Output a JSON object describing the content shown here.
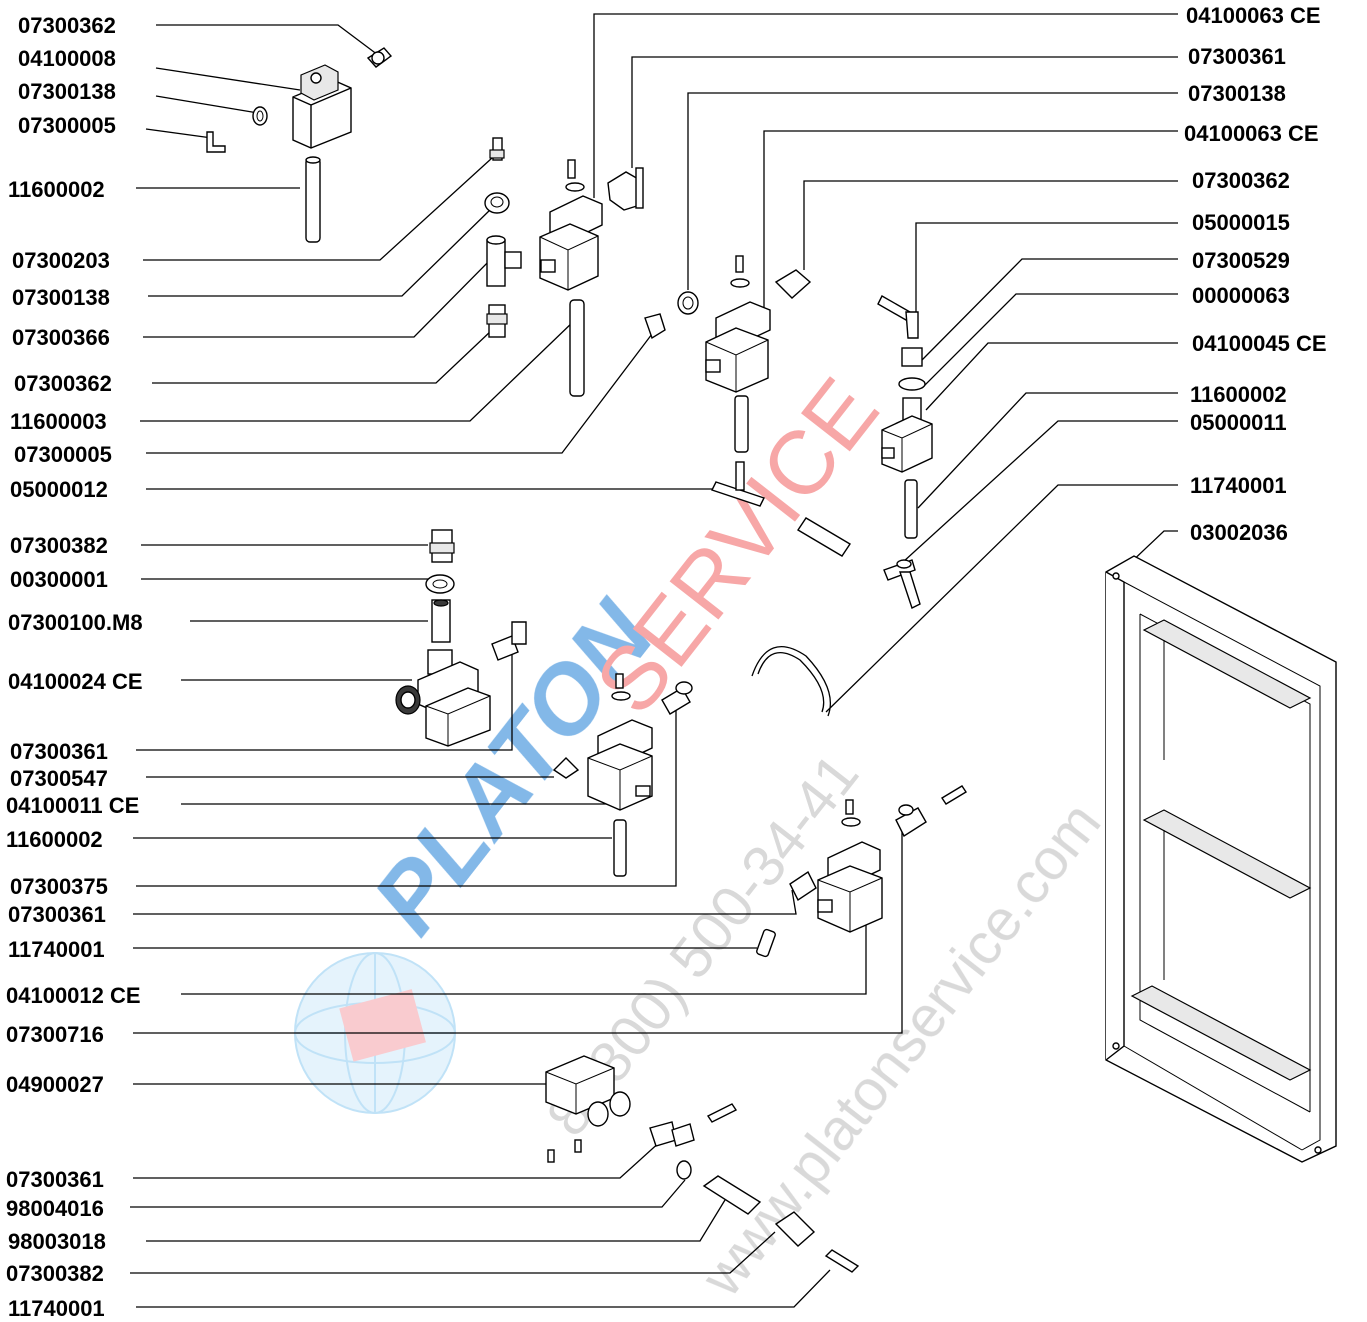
{
  "labels": {
    "l01": "07300362",
    "l02": "04100008",
    "l03": "07300138",
    "l04": "07300005",
    "l05": "11600002",
    "l06": "07300203",
    "l07": "07300138",
    "l08": "07300366",
    "l09": "07300362",
    "l10": "11600003",
    "l11": "07300005",
    "l12": "05000012",
    "l13": "07300382",
    "l14": "00300001",
    "l15": "07300100.M8",
    "l16": "04100024 CE",
    "l17": "07300361",
    "l18": "07300547",
    "l19": "04100011 CE",
    "l20": "11600002",
    "l21": "07300375",
    "l22": "07300361",
    "l23": "11740001",
    "l24": "04100012 CE",
    "l25": "07300716",
    "l26": "04900027",
    "l27": "07300361",
    "l28": "98004016",
    "l29": "98003018",
    "l30": "07300382",
    "l31": "11740001",
    "r01": "04100063 CE",
    "r02": "07300361",
    "r03": "07300138",
    "r04": "04100063 CE",
    "r05": "07300362",
    "r06": "05000015",
    "r07": "07300529",
    "r08": "00000063",
    "r09": "04100045 CE",
    "r10": "11600002",
    "r11": "05000011",
    "r12": "11740001",
    "r13": "03002036"
  },
  "watermark": {
    "brand_main": "PLATON",
    "brand_sub": "SERVICE",
    "phone": "8 (800) 500-34-41",
    "site": "www.platonservice.com",
    "brand_color": "#1e7fd6",
    "accent_color": "#f06060"
  }
}
